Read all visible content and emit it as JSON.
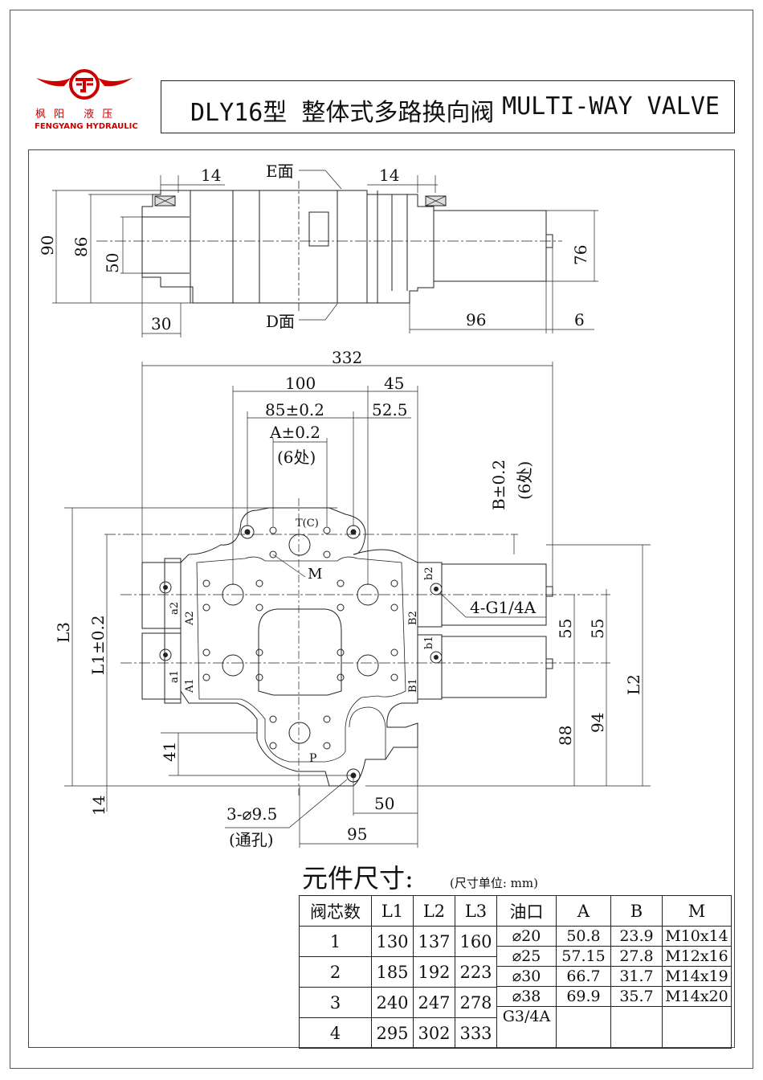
{
  "header": {
    "logo_cn": "枫阳 液压",
    "logo_en": "FENGYANG HYDRAULIC",
    "title_cn": "DLY16型  整体式多路换向阀",
    "title_en": "MULTI-WAY  VALVE",
    "logo_color": "#cc0000"
  },
  "drawing": {
    "side": {
      "e_face": "E面",
      "d_face": "D面",
      "dim_14_left": "14",
      "dim_14_right": "14",
      "dim_90": "90",
      "dim_86": "86",
      "dim_50": "50",
      "dim_30": "30",
      "dim_96": "96",
      "dim_6": "6",
      "dim_76": "76"
    },
    "plan": {
      "dim_332": "332",
      "dim_100": "100",
      "dim_45": "45",
      "dim_85": "85±0.2",
      "dim_52_5": "52.5",
      "dim_a": "A±0.2",
      "dim_a_note": "(6处)",
      "dim_b": "B±0.2",
      "dim_b_note": "(6处)",
      "port_t": "T(C)",
      "port_m": "M",
      "port_p": "P",
      "port_a2": "a2",
      "port_a1": "a1",
      "port_b2": "b2",
      "port_b1": "b1",
      "label_A2": "A2",
      "label_A1": "A1",
      "label_B2": "B2",
      "label_B1": "B1",
      "ports_note": "4-G1/4A",
      "dim_L3": "L3",
      "dim_L1": "L1±0.2",
      "dim_L2": "L2",
      "dim_55a": "55",
      "dim_55b": "55",
      "dim_88": "88",
      "dim_94": "94",
      "dim_41": "41",
      "dim_14": "14",
      "dim_50": "50",
      "dim_95": "95",
      "holes": "3-⌀9.5",
      "holes_note": "(通孔)"
    }
  },
  "table": {
    "title": "元件尺寸:",
    "unit": "(尺寸单位: mm)",
    "headers": [
      "阀芯数",
      "L1",
      "L2",
      "L3",
      "油口",
      "A",
      "B",
      "M"
    ],
    "rows": [
      {
        "n": "1",
        "L1": "130",
        "L2": "137",
        "L3": "160"
      },
      {
        "n": "2",
        "L1": "185",
        "L2": "192",
        "L3": "223"
      },
      {
        "n": "3",
        "L1": "240",
        "L2": "247",
        "L3": "278"
      },
      {
        "n": "4",
        "L1": "295",
        "L2": "302",
        "L3": "333"
      }
    ],
    "ports": [
      {
        "port": "⌀20",
        "A": "50.8",
        "B": "23.9",
        "M": "M10x14"
      },
      {
        "port": "⌀25",
        "A": "57.15",
        "B": "27.8",
        "M": "M12x16"
      },
      {
        "port": "⌀30",
        "A": "66.7",
        "B": "31.7",
        "M": "M14x19"
      },
      {
        "port": "⌀38",
        "A": "69.9",
        "B": "35.7",
        "M": "M14x20"
      },
      {
        "port": "G3/4A",
        "A": "",
        "B": "",
        "M": ""
      }
    ]
  }
}
